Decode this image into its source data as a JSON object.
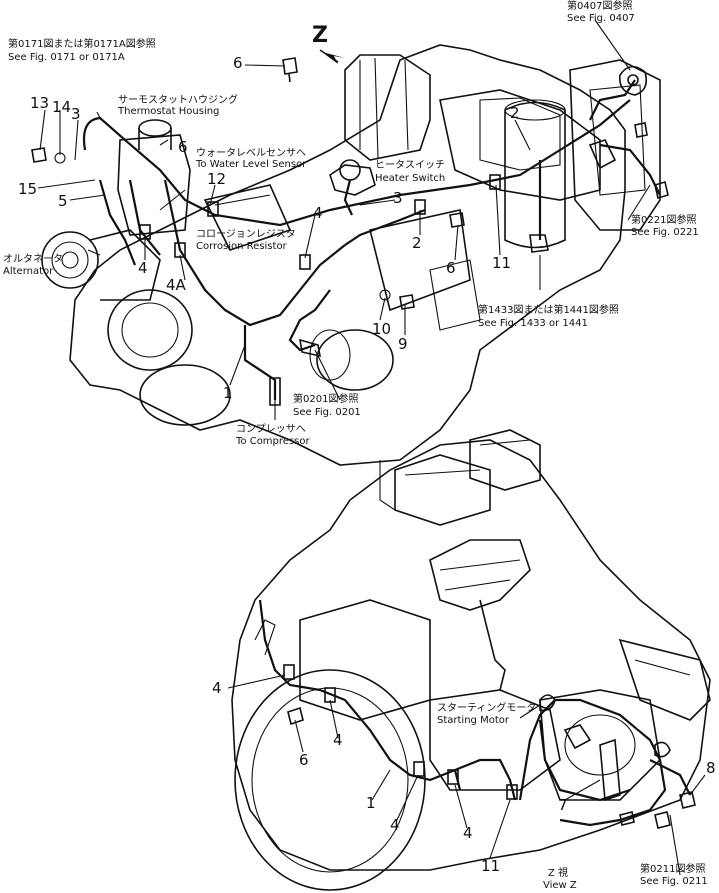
{
  "labels": {
    "see_0171_jp": "第0171図または第0171A図参照",
    "see_0171_en": "See Fig. 0171 or 0171A",
    "thermostat_jp": "サーモスタットハウジング",
    "thermostat_en": "Thermostat Housing",
    "water_level_jp": "ウォータレベルセンサへ",
    "water_level_en": "To Water Level Sensor",
    "corrosion_jp": "コロージョンレジスタ",
    "corrosion_en": "Corrosion Resistor",
    "alternator_jp": "オルタネータ",
    "alternator_en": "Alternator",
    "heater_jp": "ヒータスイッチ",
    "heater_en": "Heater Switch",
    "see_0407_jp": "第0407図参照",
    "see_0407_en": "See Fig. 0407",
    "see_0221_jp": "第0221図参照",
    "see_0221_en": "See Fig. 0221",
    "see_1433_jp": "第1433図または第1441図参照",
    "see_1433_en": "See Fig. 1433 or 1441",
    "see_0201_jp": "第0201図参照",
    "see_0201_en": "See Fig. 0201",
    "compressor_jp": "コンプレッサへ",
    "compressor_en": "To Compressor",
    "starting_jp": "スターティングモータ",
    "starting_en": "Starting Motor",
    "see_0211_jp": "第0211図参照",
    "see_0211_en": "See Fig. 0211",
    "view_z_jp": "Z 視",
    "view_z_en": "View Z",
    "z_mark": "Z"
  },
  "callouts": {
    "c13": "13",
    "c14": "14",
    "c3a": "3",
    "c15": "15",
    "c5": "5",
    "c4a": "4",
    "c4A": "4A",
    "c6a": "6",
    "c12": "12",
    "c6top": "6",
    "c4b": "4",
    "c3b": "3",
    "c2a": "2",
    "c2b": "2",
    "c6c": "6",
    "c11a": "11",
    "c10": "10",
    "c9": "9",
    "c1a": "1",
    "c4c": "4",
    "c6d": "6",
    "c4d": "4",
    "c1b": "1",
    "c4e": "4",
    "c4f": "4",
    "c11b": "11",
    "c7": "7",
    "c8": "8"
  }
}
